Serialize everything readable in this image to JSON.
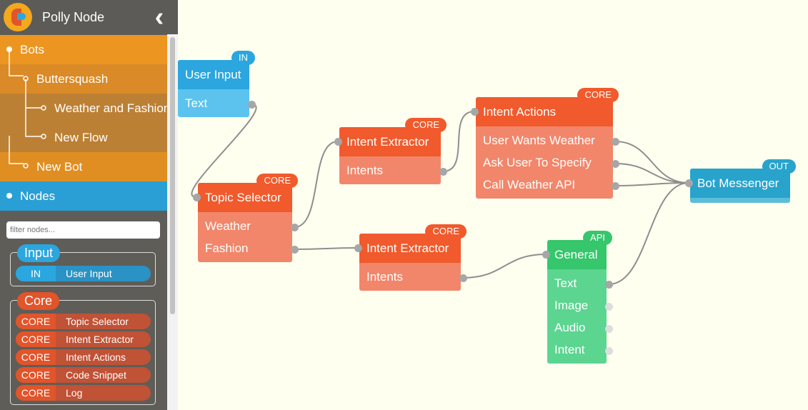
{
  "app": {
    "title": "Polly Node",
    "back_icon": "chevron-left-icon"
  },
  "tree": [
    {
      "label": "Bots",
      "level": 0
    },
    {
      "label": "Buttersquash",
      "level": 1
    },
    {
      "label": "Weather and Fashion",
      "level": 2
    },
    {
      "label": "New Flow",
      "level": 2
    },
    {
      "label": "New Bot",
      "level": 1
    },
    {
      "label": "Nodes",
      "level": 0
    }
  ],
  "filter": {
    "placeholder": "filter nodes...",
    "value": ""
  },
  "palette": {
    "input": {
      "label": "Input",
      "items": [
        {
          "tag": "IN",
          "name": "User Input"
        }
      ]
    },
    "core": {
      "label": "Core",
      "items": [
        {
          "tag": "CORE",
          "name": "Topic Selector"
        },
        {
          "tag": "CORE",
          "name": "Intent Extractor"
        },
        {
          "tag": "CORE",
          "name": "Intent Actions"
        },
        {
          "tag": "CORE",
          "name": "Code Snippet"
        },
        {
          "tag": "CORE",
          "name": "Log"
        }
      ]
    }
  },
  "colors": {
    "in": "#2ba6de",
    "core": "#f05a2c",
    "api": "#36c66c",
    "out": "#28a3cc",
    "bots": "#ec9521",
    "nodes": "#2a9fd6"
  },
  "nodes": [
    {
      "id": "user-input",
      "title": "User Input",
      "badge": "IN",
      "ports": [
        "Text"
      ]
    },
    {
      "id": "topic-selector",
      "title": "Topic Selector",
      "badge": "CORE",
      "ports": [
        "Weather",
        "Fashion"
      ]
    },
    {
      "id": "intent-extractor-1",
      "title": "Intent Extractor",
      "badge": "CORE",
      "ports": [
        "Intents"
      ]
    },
    {
      "id": "intent-extractor-2",
      "title": "Intent Extractor",
      "badge": "CORE",
      "ports": [
        "Intents"
      ]
    },
    {
      "id": "intent-actions",
      "title": "Intent Actions",
      "badge": "CORE",
      "ports": [
        "User Wants Weather",
        "Ask User To Specify",
        "Call Weather API"
      ]
    },
    {
      "id": "general",
      "title": "General",
      "badge": "API",
      "ports": [
        "Text",
        "Image",
        "Audio",
        "Intent"
      ]
    },
    {
      "id": "bot-messenger",
      "title": "Bot Messenger",
      "badge": "OUT",
      "ports": []
    }
  ],
  "edges": [
    {
      "from": "User Input.Text",
      "to": "Topic Selector"
    },
    {
      "from": "Topic Selector.Weather",
      "to": "Intent Extractor (1)"
    },
    {
      "from": "Topic Selector.Fashion",
      "to": "Intent Extractor (2)"
    },
    {
      "from": "Intent Extractor (1).Intents",
      "to": "Intent Actions"
    },
    {
      "from": "Intent Extractor (2).Intents",
      "to": "General"
    },
    {
      "from": "Intent Actions.User Wants Weather",
      "to": "Bot Messenger"
    },
    {
      "from": "Intent Actions.Ask User To Specify",
      "to": "Bot Messenger"
    },
    {
      "from": "Intent Actions.Call Weather API",
      "to": "Bot Messenger"
    },
    {
      "from": "General.Text",
      "to": "Bot Messenger"
    }
  ]
}
